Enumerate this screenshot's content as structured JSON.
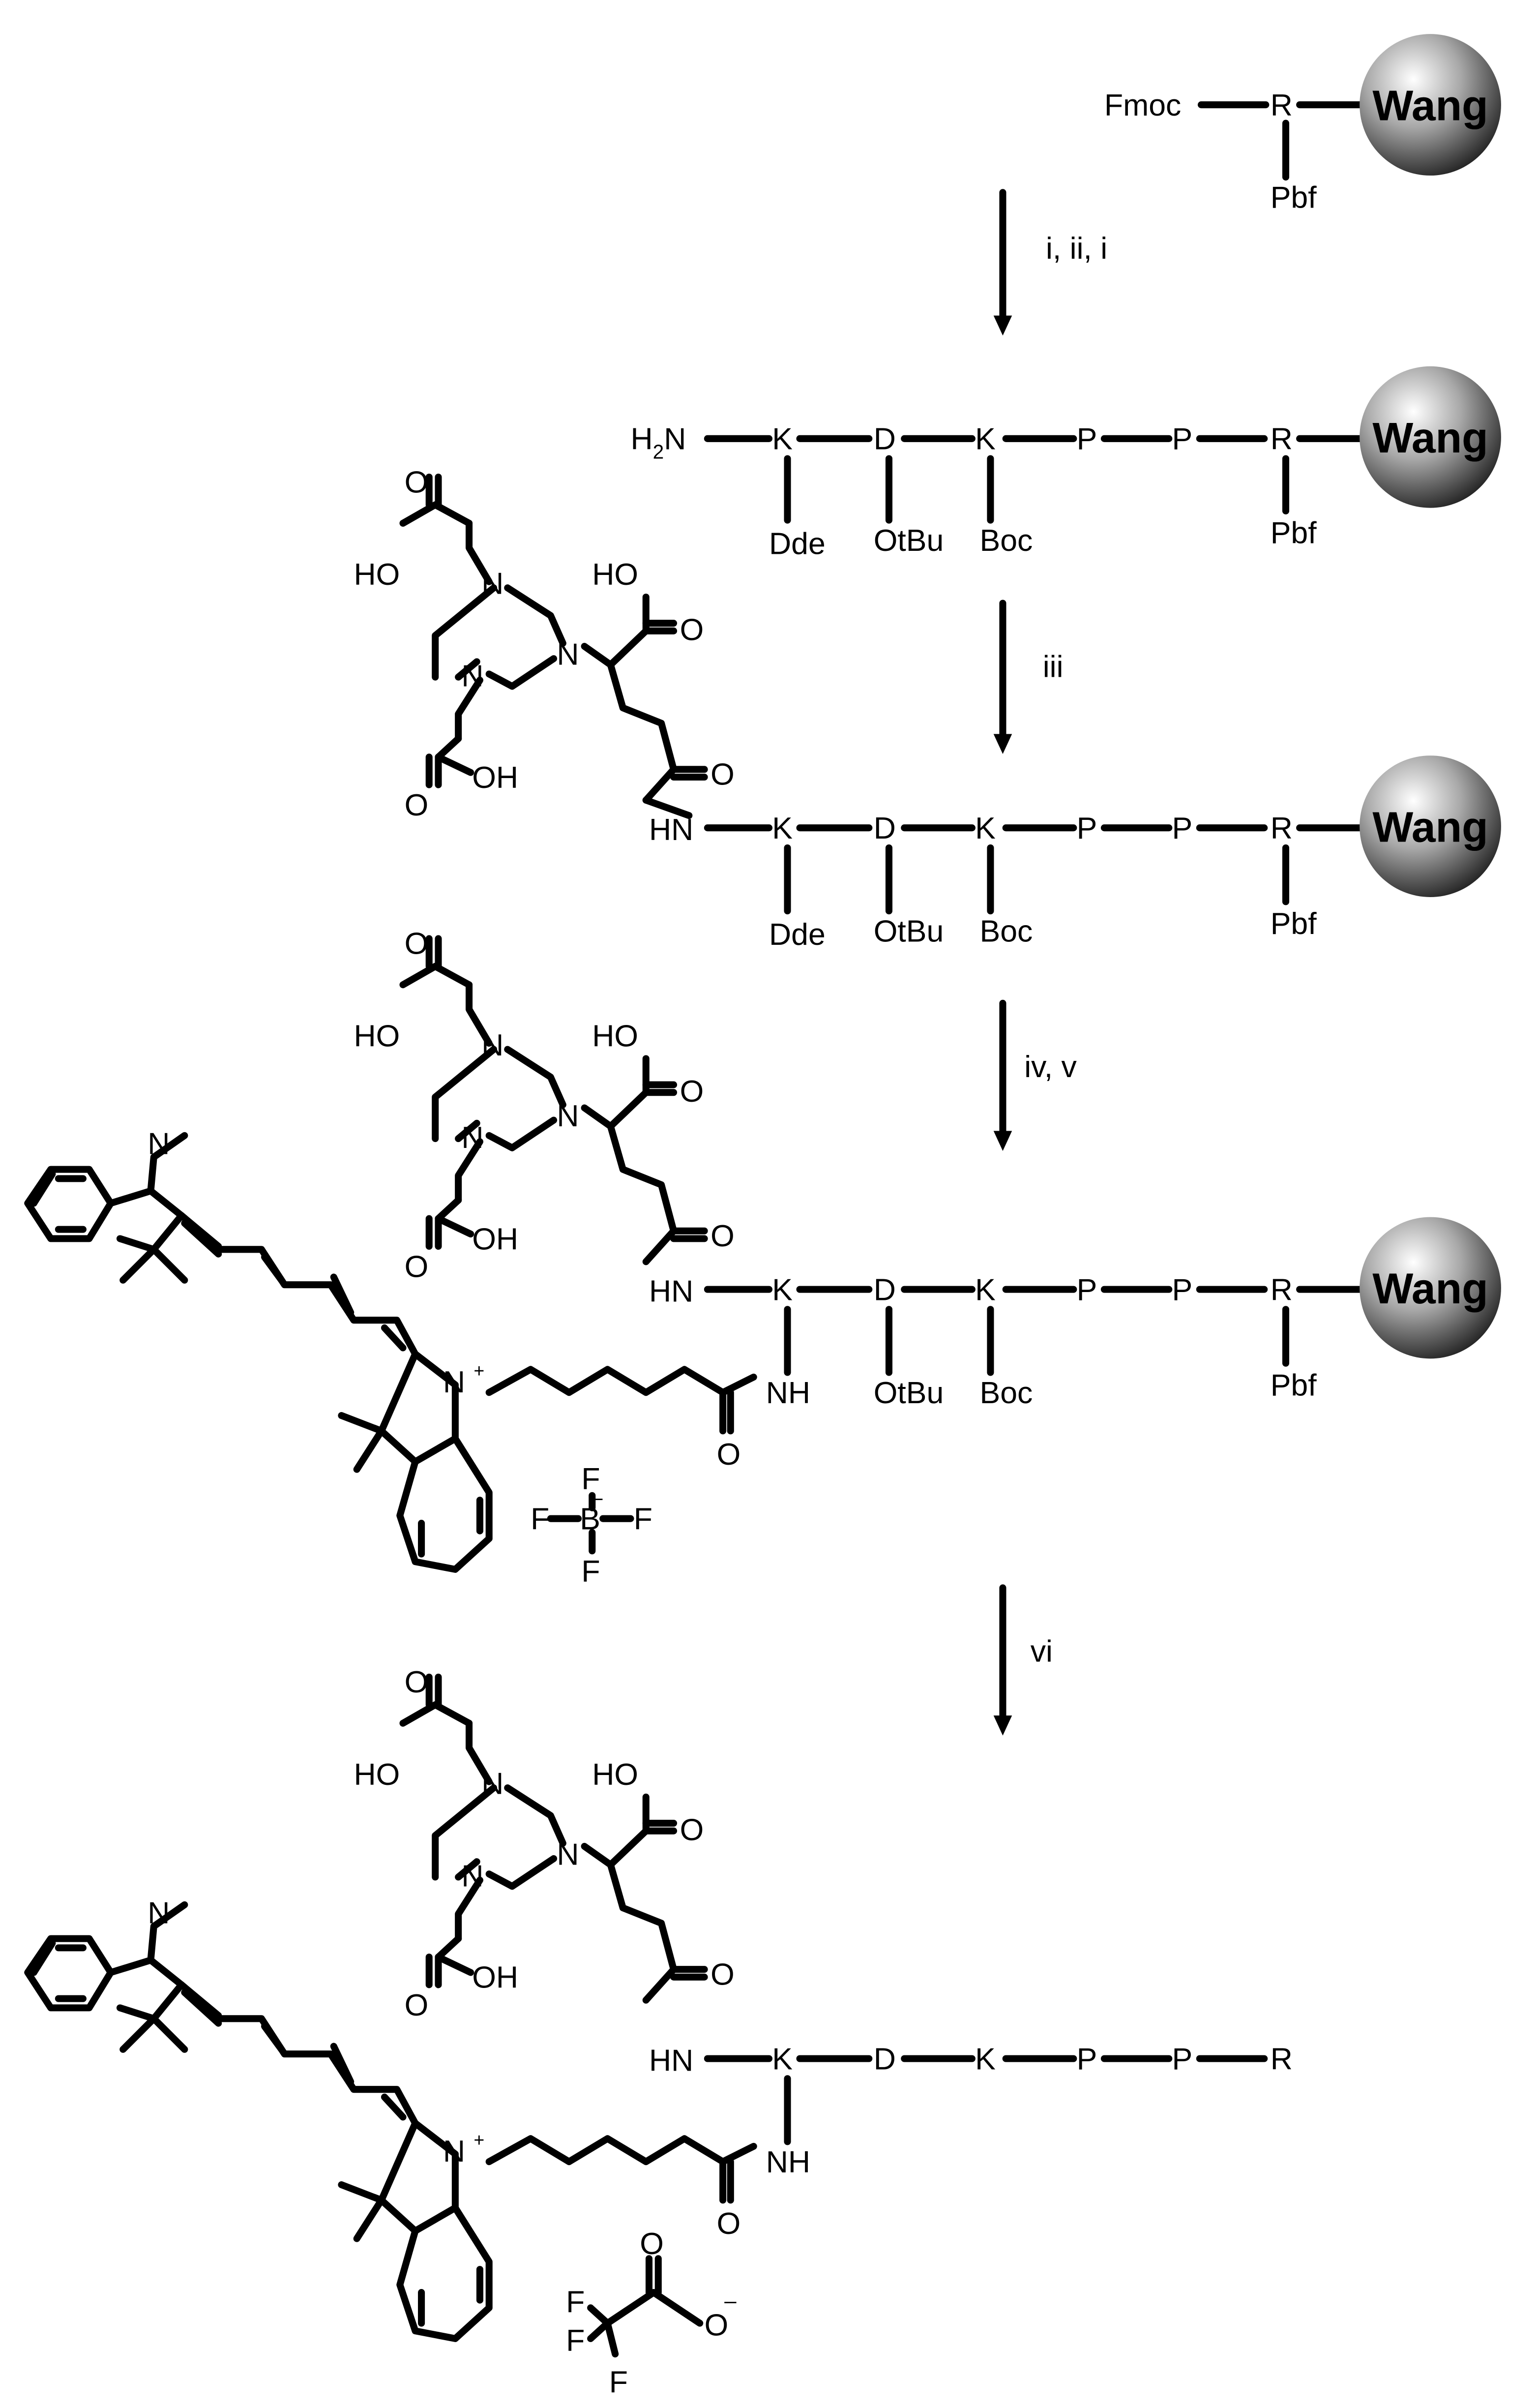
{
  "resin_label": "Wang",
  "start": {
    "protecting_group": "Fmoc",
    "residue": "R",
    "side_chain": "Pbf"
  },
  "peptide": {
    "amine": "H",
    "amine_sub": "2",
    "amine_n": "N",
    "acylated_n": "HN",
    "residues": [
      "K",
      "D",
      "K",
      "P",
      "P",
      "R"
    ],
    "side_chains": [
      "Dde",
      "OtBu",
      "Boc",
      "Pbf"
    ],
    "lys_nh": "NH"
  },
  "chelator": {
    "oh": "HO",
    "oh_right": "OH",
    "o": "O",
    "n": "N"
  },
  "dye": {
    "n": "N",
    "plus": "+"
  },
  "counterions": {
    "bf4": {
      "f": "F",
      "b": "B",
      "minus": "–"
    },
    "tfa": {
      "f": "F",
      "o": "O",
      "minus": "–"
    }
  },
  "conditions": [
    "i, ii, i",
    "iii",
    "iv, v",
    "vi"
  ],
  "colors": {
    "ink": "#000000",
    "sphere_light": "#ffffff",
    "sphere_dark": "#1a1a1a"
  }
}
